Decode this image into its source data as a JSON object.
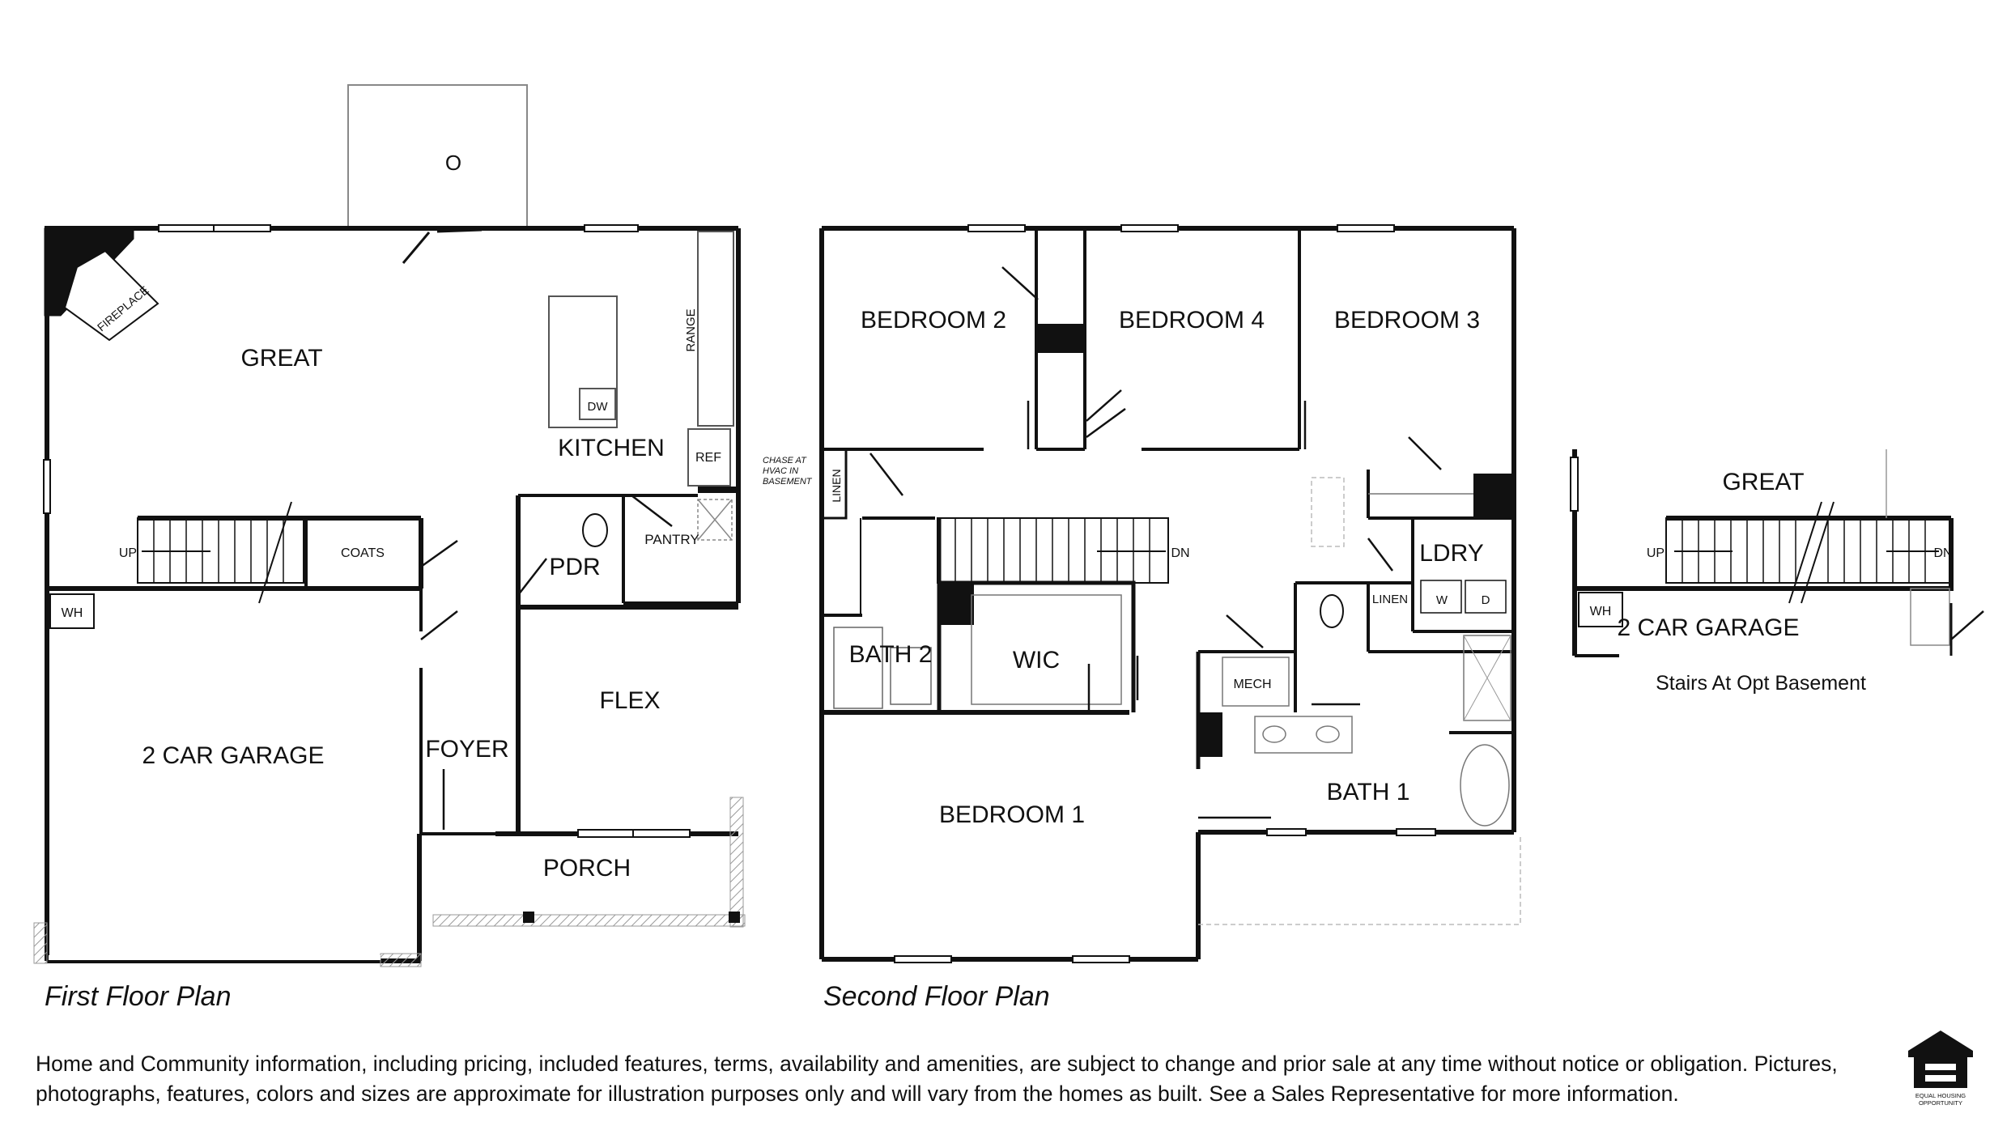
{
  "first_floor": {
    "caption": "First Floor Plan",
    "rooms": {
      "patio": "O",
      "great": "GREAT",
      "fireplace": "FIREPLACE",
      "kitchen": "KITCHEN",
      "range": "RANGE",
      "dw": "DW",
      "ref": "REF",
      "chase_line1": "CHASE AT",
      "chase_line2": "HVAC IN",
      "chase_line3": "BASEMENT",
      "pantry": "PANTRY",
      "pdr": "PDR",
      "up": "UP",
      "coats": "COATS",
      "wh": "WH",
      "garage": "2 CAR GARAGE",
      "foyer": "FOYER",
      "flex": "FLEX",
      "porch": "PORCH"
    }
  },
  "second_floor": {
    "caption": "Second Floor Plan",
    "rooms": {
      "bedroom2": "BEDROOM 2",
      "bedroom4": "BEDROOM 4",
      "bedroom3": "BEDROOM 3",
      "linen1": "LINEN",
      "dn": "DN",
      "ldry": "LDRY",
      "linen2": "LINEN",
      "w": "W",
      "d": "D",
      "bath2": "BATH 2",
      "wic": "WIC",
      "mech": "MECH",
      "bedroom1": "BEDROOM 1",
      "bath1": "BATH 1"
    }
  },
  "optional": {
    "great": "GREAT",
    "up": "UP",
    "dn": "DN",
    "wh": "WH",
    "garage": "2 CAR GARAGE",
    "caption": "Stairs At Opt Basement"
  },
  "disclaimer": "Home and Community information, including pricing, included features, terms, availability and amenities, are subject to change and prior sale at any time without notice or obligation. Pictures, photographs, features, colors and sizes are approximate for illustration purposes only and will vary from the homes as built. See a Sales Representative for more information.",
  "logo_text": "EQUAL HOUSING OPPORTUNITY"
}
